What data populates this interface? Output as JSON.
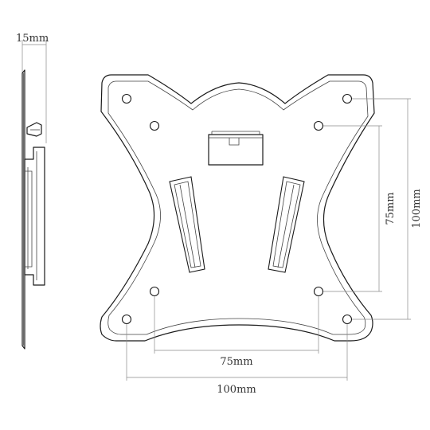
{
  "labels": {
    "depth": "15mm",
    "vertical_inner": "75mm",
    "vertical_outer": "100mm",
    "horizontal_inner": "75mm",
    "horizontal_outer": "100mm"
  }
}
